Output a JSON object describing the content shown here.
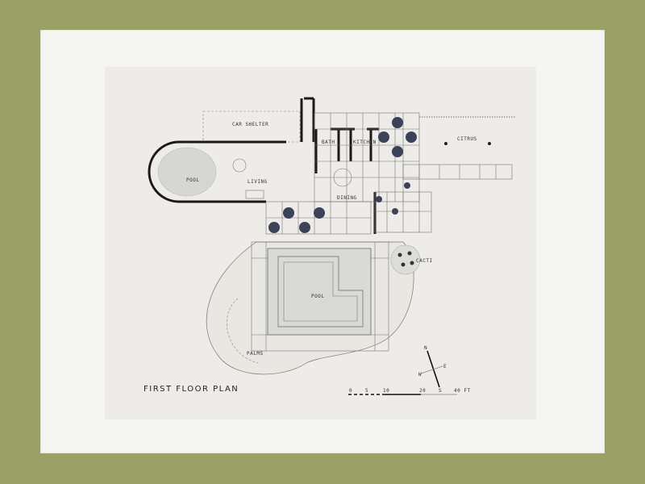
{
  "drawing": {
    "title": "FIRST FLOOR PLAN",
    "rooms": {
      "car_shelter": "CAR SHELTER",
      "bath": "BATH",
      "kitchen": "KITCHEN",
      "citrus": "CITRUS",
      "small_pool": "POOL",
      "living": "LIVING",
      "dining": "DINING",
      "cacti": "CACTI",
      "pool": "POOL",
      "palms": "PALMS"
    },
    "compass": {
      "n": "N",
      "e": "E",
      "w": "W",
      "s": "S"
    },
    "scale": {
      "t0": "0",
      "t5": "5",
      "t10": "10",
      "t20": "20",
      "t40": "40 FT"
    }
  },
  "colors": {
    "background": "#9aa066",
    "mat": "#f5f5f3",
    "paper": "#eeece8"
  }
}
